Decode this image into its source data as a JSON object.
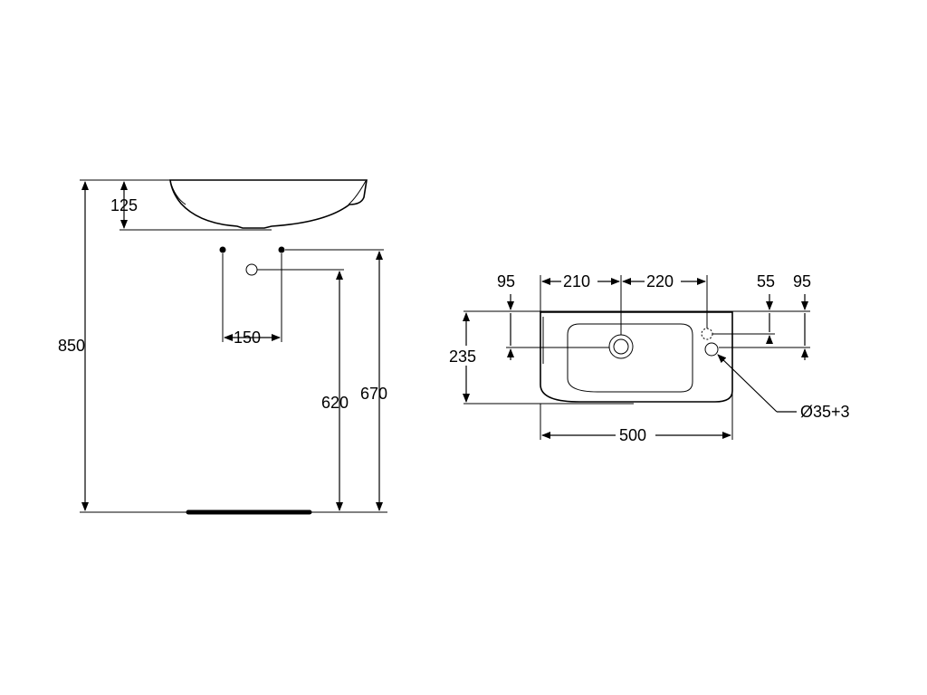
{
  "side_view": {
    "total_height": "850",
    "bowl_depth": "125",
    "waste_spacing": "150",
    "waste_height": "620",
    "supply_height": "670"
  },
  "top_view": {
    "left_edge_offset": "95",
    "left_to_center": "210",
    "center_to_tap": "220",
    "tap_offset_vertical": "55",
    "right_edge_offset": "95",
    "depth": "235",
    "width": "500",
    "tap_hole": "Ø35+3"
  }
}
